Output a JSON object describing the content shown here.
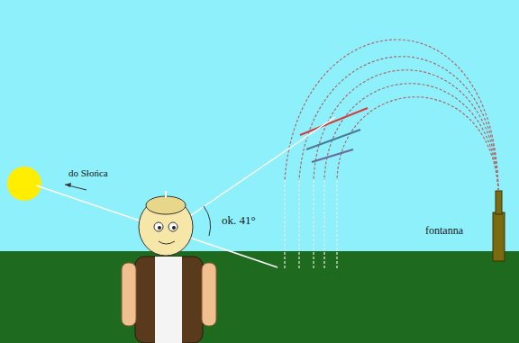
{
  "diagram": {
    "labels": [
      "do Słońca",
      "ok. 41°",
      "fontanna"
    ]
  }
}
